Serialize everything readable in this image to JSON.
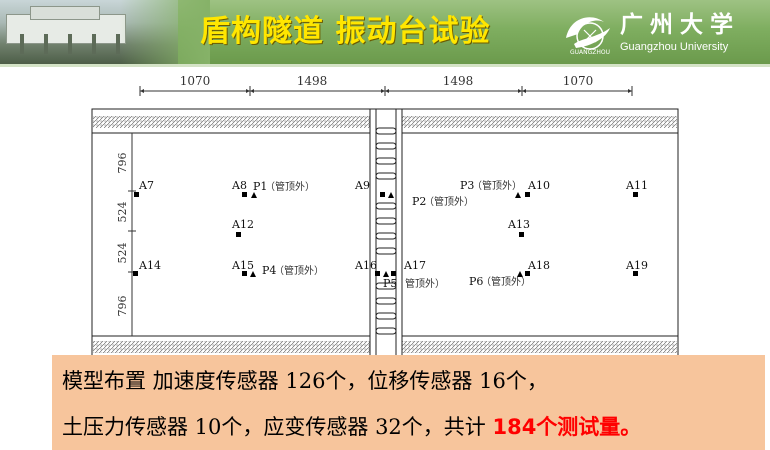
{
  "header": {
    "title": "盾构隧道 振动台试验",
    "logo": {
      "name": "广州大学",
      "english": "Guangzhou University"
    }
  },
  "drawing": {
    "dimensions_top": [
      "1070",
      "1498",
      "1498",
      "1070"
    ],
    "dimensions_left": [
      "796",
      "524",
      "524",
      "796"
    ],
    "accelerometers": [
      "A7",
      "A8",
      "A9",
      "A10",
      "A11",
      "A12",
      "A13",
      "A14",
      "A15",
      "A16",
      "A17",
      "A18",
      "A19"
    ],
    "pressure_cells": [
      {
        "id": "P1",
        "note": "（管顶外）"
      },
      {
        "id": "P2",
        "note": "（管顶外）"
      },
      {
        "id": "P3",
        "note": "（管顶外）"
      },
      {
        "id": "P4",
        "note": "（管顶外）"
      },
      {
        "id": "P5",
        "note": "管顶外）"
      },
      {
        "id": "P6",
        "note": "（管顶外）"
      }
    ]
  },
  "summary": {
    "line1": "模型布置 加速度传感器 126个，位移传感器 16个，",
    "line2_prefix": "土压力传感器 10个，应变传感器 32个，共计 ",
    "line2_highlight": "184个测试量。"
  },
  "colors": {
    "header_green": "#7fae60",
    "title_yellow": "#ffe600",
    "summary_bg": "#f7c59c",
    "highlight_red": "#ff0000"
  }
}
